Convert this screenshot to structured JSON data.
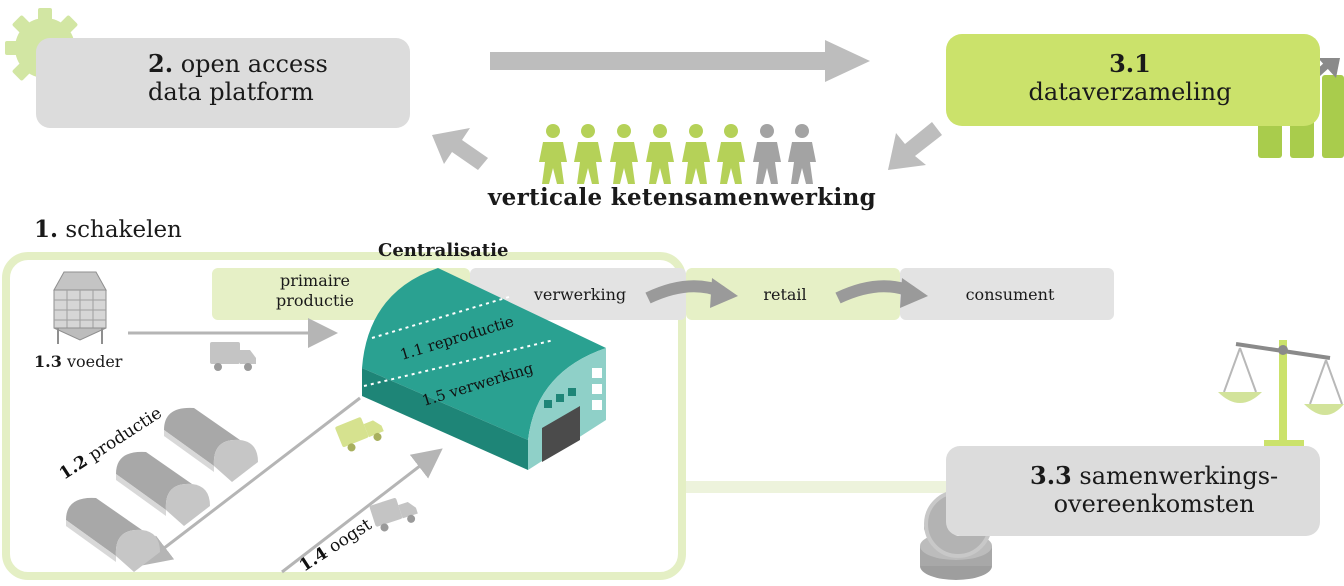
{
  "platform": {
    "num": "2.",
    "line1": "open access",
    "line2": "data platform"
  },
  "collection": {
    "num": "3.1",
    "label": "dataverzameling"
  },
  "cooperation_label": "verticale ketensamenwerking",
  "switching": {
    "num": "1.",
    "label": "schakelen"
  },
  "central_label": "Centralisatie",
  "chain": {
    "primary_line1": "primaire",
    "primary_line2": "productie",
    "processing": "verwerking",
    "retail": "retail",
    "consumer": "consument"
  },
  "building": {
    "reproduction": "1.1 reproductie",
    "processing": "1.5 verwerking"
  },
  "feed": {
    "num": "1.3",
    "label": "voeder"
  },
  "production": {
    "num": "1.2",
    "label": "productie"
  },
  "harvest": {
    "num": "1.4",
    "label": "oogst"
  },
  "agreements": {
    "num": "3.3",
    "line1": "samenwerkings-",
    "line2": "overeenkomsten"
  },
  "colors": {
    "green": "#cbe26b",
    "light_green": "#e6f0c6",
    "grey": "#dcdcdc",
    "teal": "#2aa191",
    "teal_dark": "#1e8577",
    "teal_light": "#8fd0c8"
  }
}
